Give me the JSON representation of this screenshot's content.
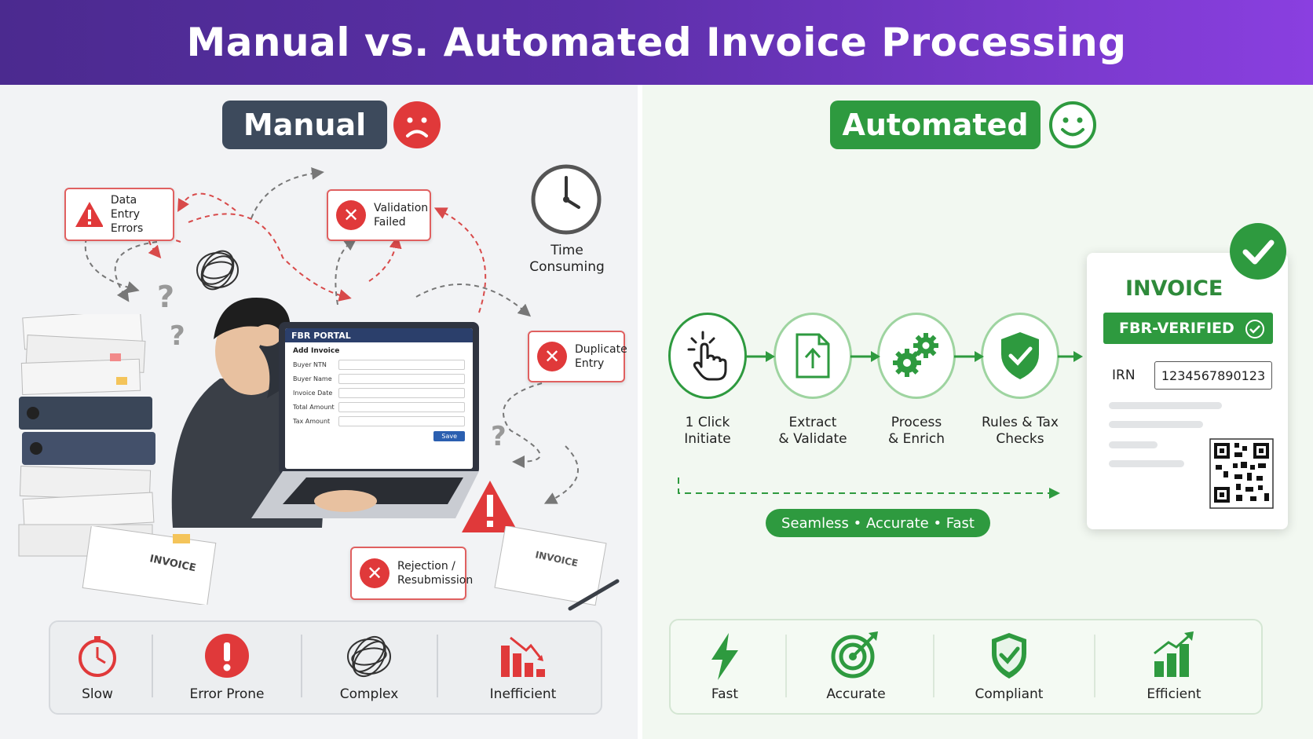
{
  "title": "Manual vs. Automated Invoice Processing",
  "manual": {
    "label": "Manual",
    "callouts": {
      "data_entry": "Data Entry Errors",
      "data_entry_l1": "Data Entry",
      "data_entry_l2": "Errors",
      "validation_l1": "Validation",
      "validation_l2": "Failed",
      "duplicate_l1": "Duplicate",
      "duplicate_l2": "Entry",
      "rejection_l1": "Rejection /",
      "rejection_l2": "Resubmission"
    },
    "time_l1": "Time",
    "time_l2": "Consuming",
    "portal": {
      "title": "FBR PORTAL",
      "section": "Add Invoice",
      "fields": [
        "Buyer NTN",
        "Buyer Name",
        "Invoice Date",
        "Total Amount",
        "Tax Amount"
      ],
      "save": "Save"
    },
    "paper_label": "INVOICE",
    "traits": [
      "Slow",
      "Error Prone",
      "Complex",
      "Inefficient"
    ]
  },
  "automated": {
    "label": "Automated",
    "steps": [
      {
        "l1": "1 Click",
        "l2": "Initiate"
      },
      {
        "l1": "Extract",
        "l2": "& Validate"
      },
      {
        "l1": "Process",
        "l2": "& Enrich"
      },
      {
        "l1": "Rules & Tax",
        "l2": "Checks"
      }
    ],
    "tagline": "Seamless • Accurate • Fast",
    "invoice": {
      "heading": "INVOICE",
      "verified": "FBR-VERIFIED",
      "irn_label": "IRN",
      "irn_value": "1234567890123"
    },
    "traits": [
      "Fast",
      "Accurate",
      "Compliant",
      "Efficient"
    ]
  },
  "colors": {
    "header_start": "#4b2a8f",
    "header_end": "#8a3fe0",
    "manual_dark": "#3d4a5c",
    "error_red": "#e0393a",
    "auto_green": "#2e9a3f"
  }
}
